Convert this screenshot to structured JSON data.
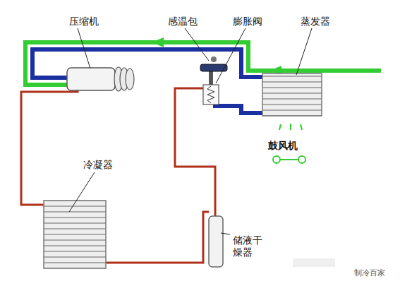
{
  "diagram": {
    "labels": [
      "压缩机",
      "感温包",
      "膨胀阀",
      "蒸发器",
      "鼓风机",
      "冷凝器",
      "储液干燥器",
      "制冷百家"
    ]
  }
}
